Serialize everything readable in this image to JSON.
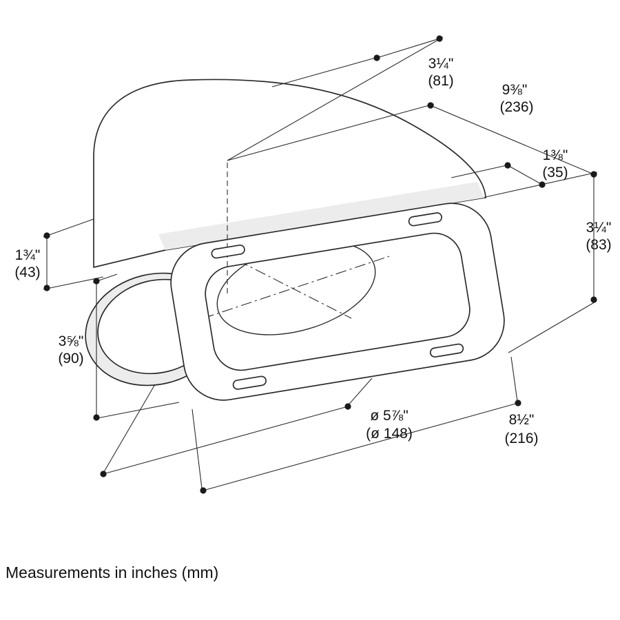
{
  "footer": {
    "note": "Measurements in inches (mm)"
  },
  "dimensions": {
    "top_depth": {
      "inches": "3¼\"",
      "mm": "(81)"
    },
    "top_width": {
      "inches": "9⅜\"",
      "mm": "(236)"
    },
    "flange_offset": {
      "inches": "1⅜\"",
      "mm": "(35)"
    },
    "right_height": {
      "inches": "3¼\"",
      "mm": "(83)"
    },
    "left_top": {
      "inches": "1¾\"",
      "mm": "(43)"
    },
    "left_height": {
      "inches": "3⅝\"",
      "mm": "(90)"
    },
    "duct_diameter": {
      "inches": "ø 5⅞\"",
      "mm": "(ø 148)"
    },
    "opening_width": {
      "inches": "8½\"",
      "mm": "(216)"
    }
  },
  "colors": {
    "line": "#2b2b2b",
    "fill_light": "#ececec",
    "background": "#ffffff"
  }
}
